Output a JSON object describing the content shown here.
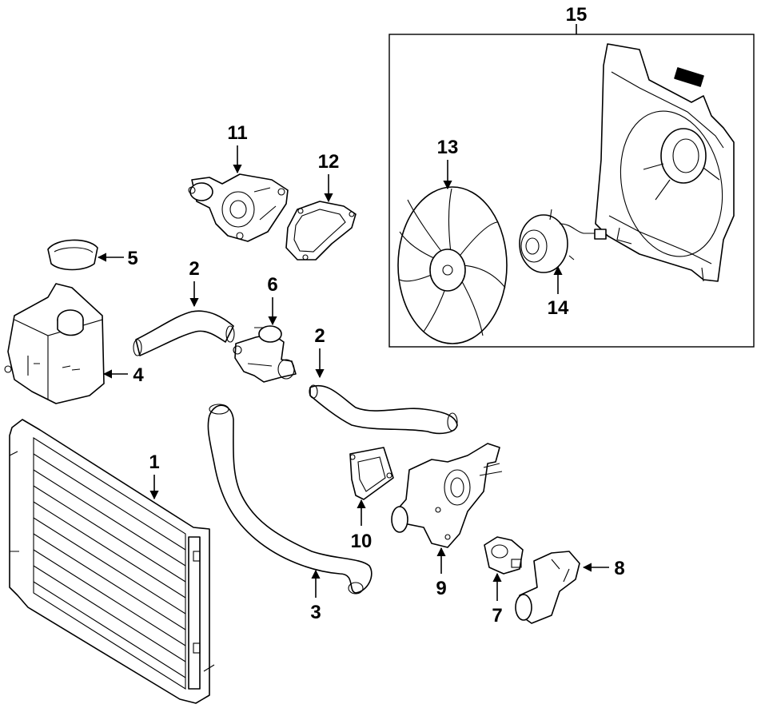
{
  "callouts": {
    "c1": "1",
    "c2a": "2",
    "c2b": "2",
    "c3": "3",
    "c4": "4",
    "c5": "5",
    "c6": "6",
    "c7": "7",
    "c8": "8",
    "c9": "9",
    "c10": "10",
    "c11": "11",
    "c12": "12",
    "c13": "13",
    "c14": "14",
    "c15": "15"
  }
}
